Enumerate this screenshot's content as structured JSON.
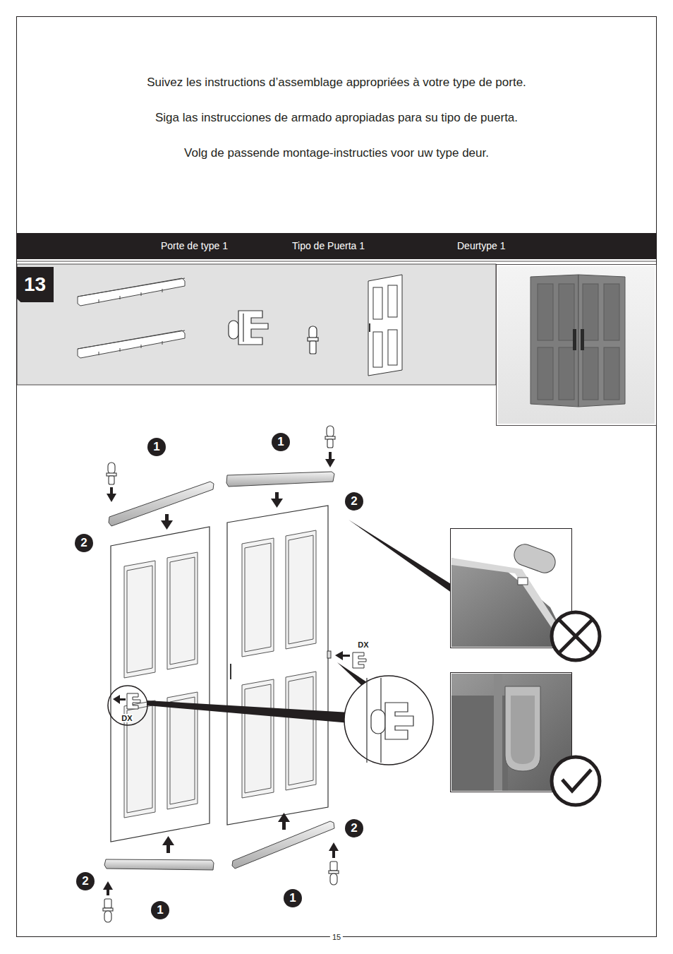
{
  "diagram": {
    "nodes": [
      {
        "text": [
          "Porte de type 1",
          "Tipo de Puerta 1",
          "Deurtype 1"
        ]
      },
      {
        "text": [
          "13"
        ]
      }
    ],
    "labels": [
      "Suivez les instructions d’assemblage appropriées à votre type de porte.",
      "Siga las instrucciones de armado apropiadas para su tipo de puerta.",
      "Volg de passende montage-instructies voor uw type deur.",
      "1",
      "1",
      "2",
      "2",
      "DX",
      "DX",
      "2",
      "2",
      "1",
      "1",
      "15"
    ]
  }
}
